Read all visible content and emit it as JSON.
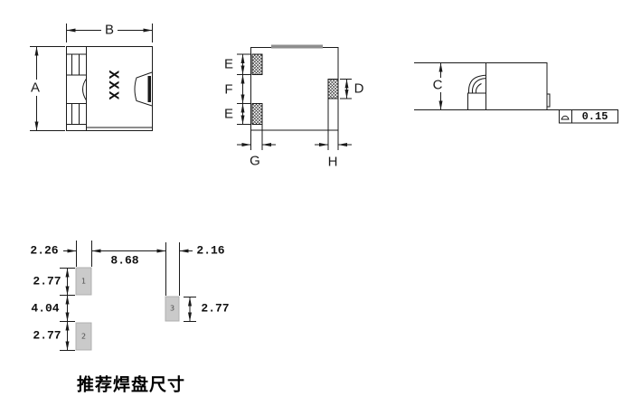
{
  "top_view": {
    "width_label": "B",
    "height_label": "A",
    "marking": "XXX"
  },
  "bottom_view": {
    "pad_top_height_label": "E",
    "pad_gap_label": "F",
    "pad_bottom_height_label": "E",
    "right_pad_height_label": "D",
    "left_pad_width_label": "G",
    "right_pad_width_label": "H"
  },
  "side_view": {
    "height_label": "C",
    "tolerance_symbol": "surface-profile-icon",
    "tolerance_value": "0.15"
  },
  "pad_layout": {
    "left_pad_width": "2.26",
    "pad_spacing": "8.68",
    "right_pad_width": "2.16",
    "pad1_height": "2.77",
    "vertical_gap": "4.04",
    "pad2_height": "2.77",
    "pad3_height": "2.77",
    "pad1_label": "1",
    "pad2_label": "2",
    "pad3_label": "3",
    "caption": "推荐焊盘尺寸"
  },
  "colors": {
    "line": "#1a1a1a",
    "hatch": "#222222",
    "shield_bar": "#8e8e8e",
    "pad_fill": "#cacaca",
    "pad_border": "#b0b0b0"
  }
}
